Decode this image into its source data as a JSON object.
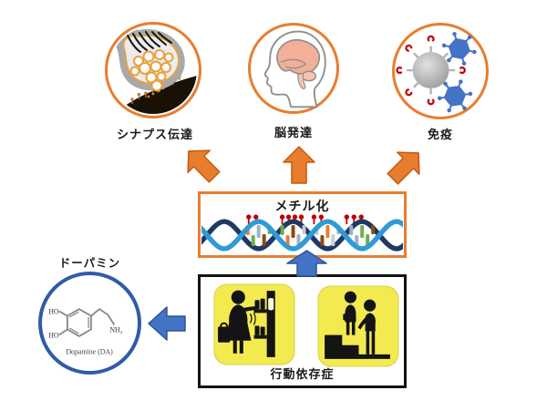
{
  "theme": {
    "background": "#FFFFFF",
    "orange": "#E87D2E",
    "orange_dark": "#C55A11",
    "blue": "#4472C4",
    "blue_dark": "#2F5597",
    "royal_blue": "#2F5BA8",
    "yellow": "#F3EA50",
    "black": "#141414",
    "dna_light": "#2E9BD6",
    "dna_dark": "#1F3864",
    "methyl_red": "#C00000",
    "brain_pink": "#F4AF98"
  },
  "nodes": {
    "outcomes": [
      {
        "label": "シナプス伝達",
        "icon": "synapse-icon"
      },
      {
        "label": "脳発達",
        "icon": "brain-icon"
      },
      {
        "label": "免疫",
        "icon": "immune-icon"
      }
    ],
    "methylation": {
      "label": "メチル化",
      "icon": "dna-methylation-illustration"
    },
    "addiction": {
      "label": "行動依存症",
      "icons": [
        "shopping-pictogram",
        "stairs-pictogram"
      ]
    },
    "dopamine": {
      "label": "ドーパミン",
      "caption": "Dopamine (DA)",
      "hydroxyl_top": "HO",
      "hydroxyl_bottom": "HO",
      "amine": "NH₂"
    }
  }
}
